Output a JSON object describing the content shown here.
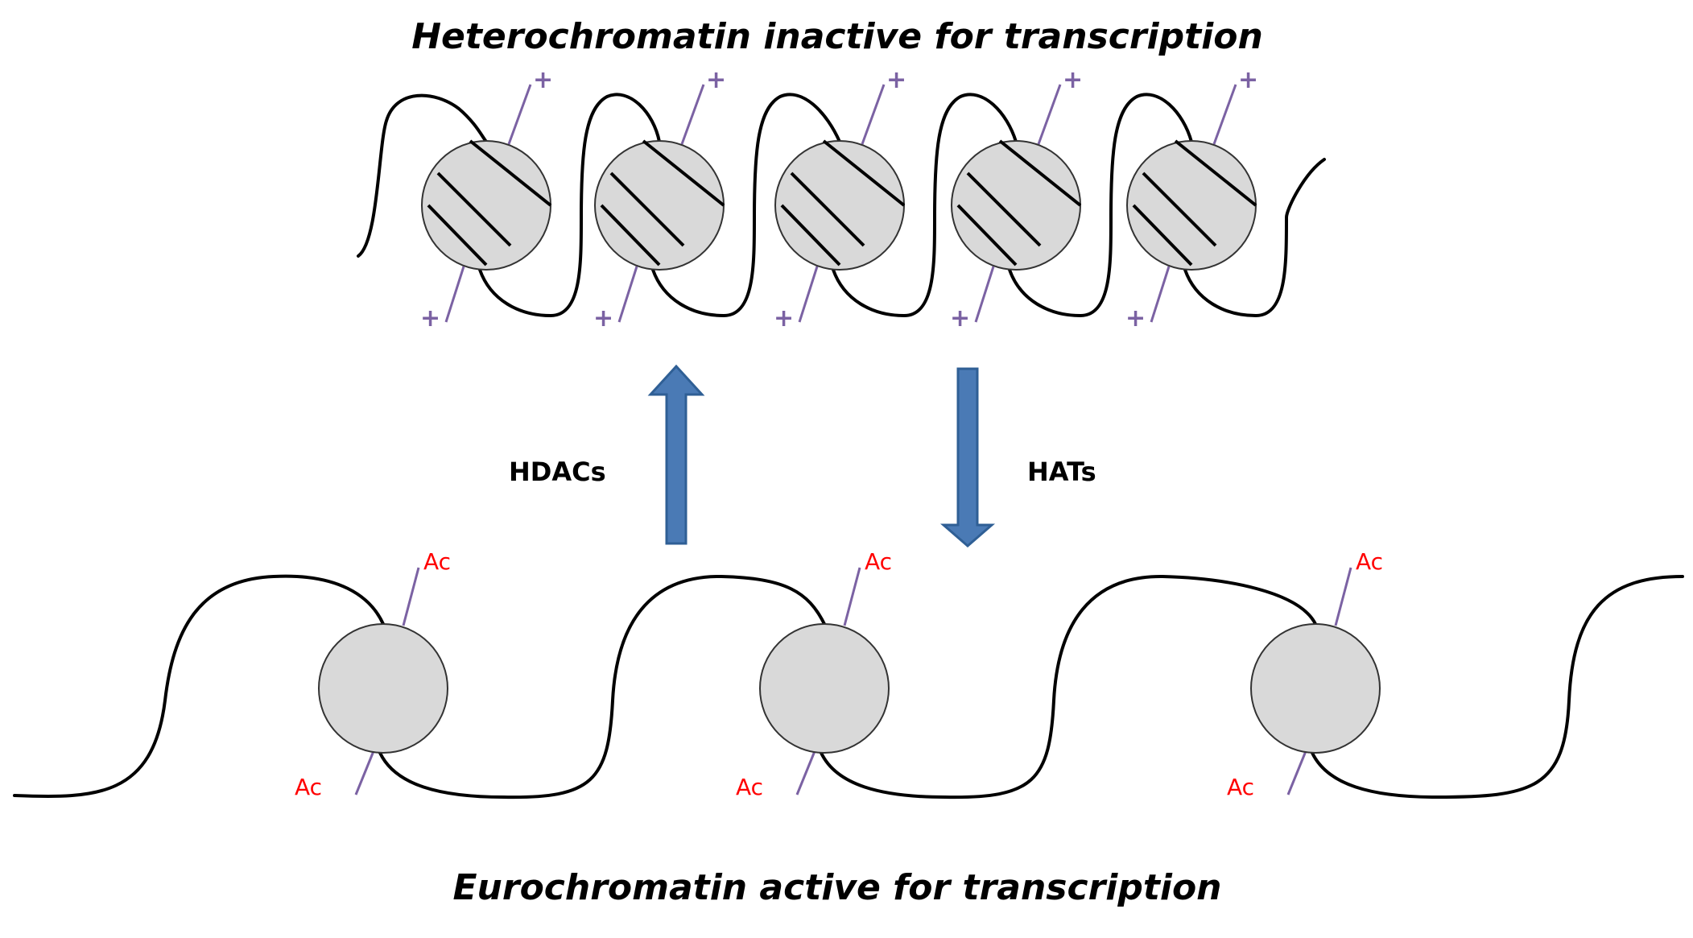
{
  "top_title": "Heterochromatin inactive for transcription",
  "bottom_title": "Eurochromatin active for transcription",
  "enzymes": {
    "left": "HDACs",
    "right": "HATs"
  },
  "mark_labels": {
    "acetyl": "Ac",
    "positive_charge": "+"
  },
  "colors": {
    "dna": "#000000",
    "nucleosome_fill": "#d9d9d9",
    "histone_tail": "#7b62a3",
    "acetyl_label": "#ff0000",
    "arrow_fill": "#4a7ab5",
    "arrow_stroke": "#2f5f95"
  },
  "icons": {
    "up_arrow": "up-arrow",
    "down_arrow": "down-arrow"
  }
}
